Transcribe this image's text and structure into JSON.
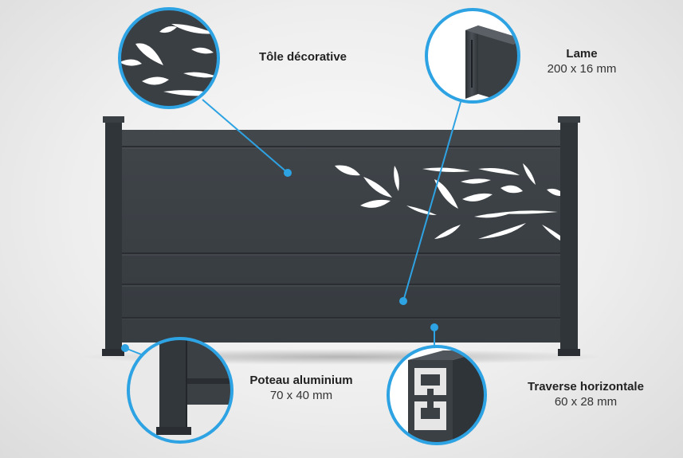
{
  "callouts": [
    {
      "id": "tole",
      "title": "Tôle décorative",
      "dimension": ""
    },
    {
      "id": "lame",
      "title": "Lame",
      "dimension": "200 x 16 mm"
    },
    {
      "id": "poteau",
      "title": "Poteau aluminium",
      "dimension": "70 x 40 mm"
    },
    {
      "id": "traverse",
      "title": "Traverse horizontale",
      "dimension": "60 x 28 mm"
    }
  ],
  "colors": {
    "fence_panel": "#3b4045",
    "fence_post": "#30353a",
    "accent_blue": "#2ea3e3",
    "cutout": "#ffffff"
  }
}
